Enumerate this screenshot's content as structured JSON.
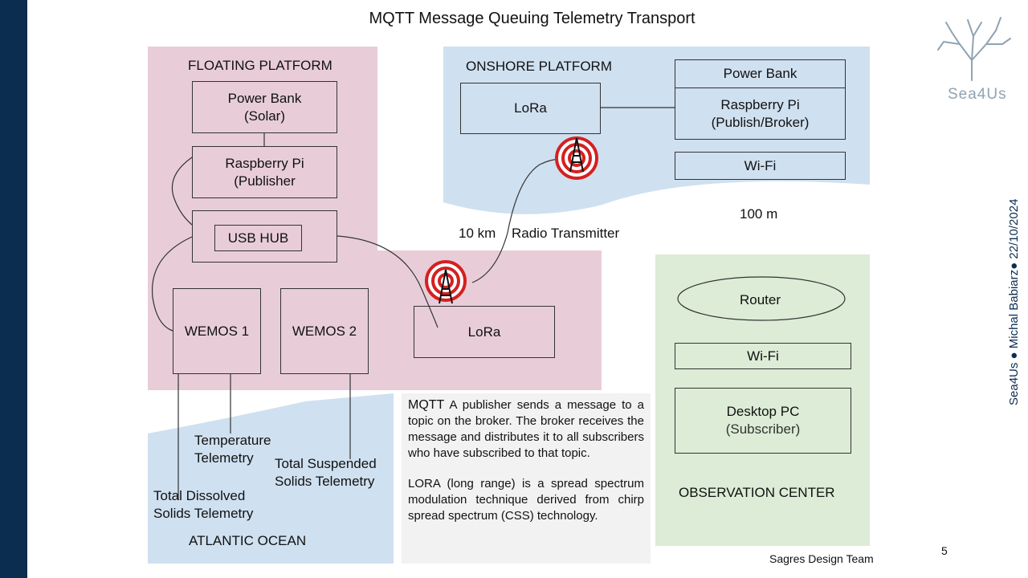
{
  "title": "MQTT Message Queuing Telemetry Transport",
  "floating": {
    "heading": "FLOATING PLATFORM",
    "power_bank": [
      "Power Bank",
      "(Solar)"
    ],
    "raspberry": [
      "Raspberry Pi",
      "(Publisher"
    ],
    "usb_hub": "USB HUB",
    "wemos1": "WEMOS 1",
    "wemos2": "WEMOS 2",
    "lora": "LoRa"
  },
  "onshore": {
    "heading": "ONSHORE PLATFORM",
    "lora": "LoRa",
    "power_bank": "Power Bank",
    "raspberry": [
      "Raspberry Pi",
      "(Publish/Broker)"
    ],
    "wifi": "Wi-Fi",
    "distance": "100 m"
  },
  "link": {
    "distance": "10 km",
    "label": "Radio Transmitter"
  },
  "ocean": {
    "heading": "ATLANTIC OCEAN",
    "temperature": [
      "Temperature",
      "Telemetry"
    ],
    "tss": [
      "Total Suspended",
      "Solids Telemetry"
    ],
    "tds": [
      "Total Dissolved",
      "Solids Telemetry"
    ]
  },
  "observation": {
    "router": "Router",
    "wifi": "Wi-Fi",
    "desktop": [
      "Desktop PC",
      "(Subscriber)"
    ],
    "heading": "OBSERVATION CENTER"
  },
  "note": {
    "mqtt_term": "MQTT",
    "mqtt_text": " A publisher sends a message to a topic on the broker. The broker receives the message and distributes it to all subscribers who have subscribed to that topic.",
    "lora_text": "LORA (long range) is a spread spectrum modulation technique derived from chirp spread spectrum (CSS) technology."
  },
  "credit": "Sagres Design Team",
  "page_number": "5",
  "logo_text": "Sea4Us",
  "vertical_text": "Sea4Us ● Michal Babiarz● 22/10/2024",
  "colors": {
    "sidebar": "#0b2d50",
    "pink": "#e8cdd8",
    "blue": "#cfe0f0",
    "green": "#dcecd6",
    "radio_red": "#d42020"
  }
}
